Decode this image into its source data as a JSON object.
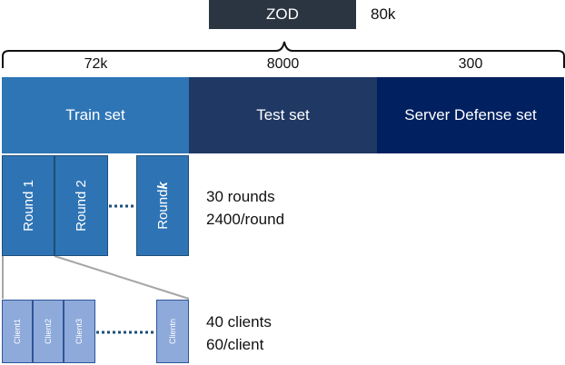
{
  "dataset": {
    "name": "ZOD",
    "total": "80k"
  },
  "splits": [
    {
      "size": "72k",
      "label": "Train set",
      "color": "#2e75b6"
    },
    {
      "size": "8000",
      "label": "Test set",
      "color": "#203864"
    },
    {
      "size": "300",
      "label": "Server Defense set",
      "color": "#002060"
    }
  ],
  "rounds": {
    "labels": [
      "Round 1",
      "Round 2"
    ],
    "last_label": "Round ",
    "last_index": "k",
    "summary": [
      "30 rounds",
      "2400/round"
    ]
  },
  "clients": {
    "labels": [
      "Client1",
      "Client2",
      "Client3"
    ],
    "last_label": "Clientn",
    "summary": [
      "40 clients",
      "60/client"
    ]
  },
  "colors": {
    "round": "#2e74b5",
    "client": "#8eaadb",
    "connector": "#a6a6a6",
    "dots": "#1f4e79"
  }
}
